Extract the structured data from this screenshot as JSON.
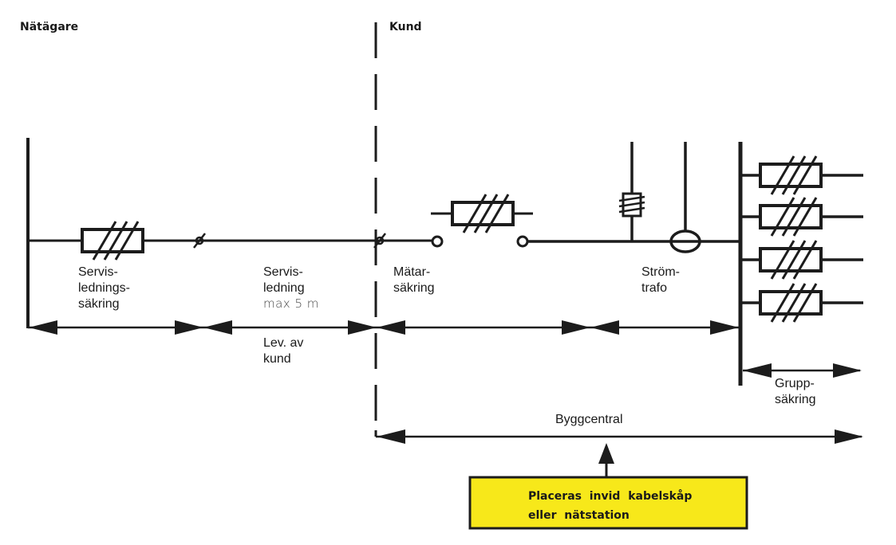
{
  "zones": {
    "left": "Nätägare",
    "right": "Kund"
  },
  "components": {
    "service_fuse": [
      "Servis-",
      "lednings-",
      "säkring"
    ],
    "service_line": [
      "Servis-",
      "ledning"
    ],
    "service_line_note": "max 5 m",
    "meter_fuse": [
      "Mätar-",
      "säkring"
    ],
    "current_transformer": [
      "Ström-",
      "trafo"
    ],
    "group_fuse": [
      "Grupp-",
      "säkring"
    ]
  },
  "spans": {
    "customer_supplied": [
      "Lev. av",
      "kund"
    ],
    "construction_panel": "Byggcentral"
  },
  "callout": {
    "lines": [
      "Placeras  invid  kabelskåp",
      "eller  nätstation"
    ],
    "fill_color": "#f7e81a",
    "border_color": "#1c1c1c"
  },
  "group_fuse_count": 4
}
